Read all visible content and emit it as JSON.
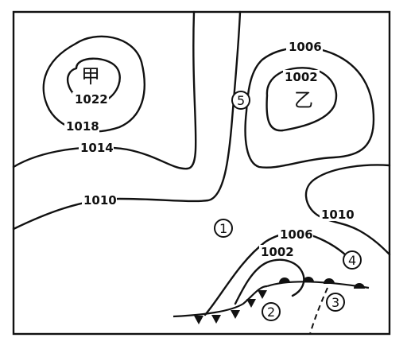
{
  "pressure_centers": {
    "high": {
      "name": "甲",
      "value": "1022"
    },
    "low": {
      "name": "乙",
      "value": "1002"
    }
  },
  "isobar_labels": {
    "l1018": "1018",
    "l1014": "1014",
    "l1010_left": "1010",
    "l1006_top": "1006",
    "l1010_right": "1010",
    "l1006_bottom": "1006",
    "l1002_bottom": "1002"
  },
  "points": [
    "①",
    "②",
    "③",
    "④",
    "⑤"
  ],
  "point_numbers": [
    "1",
    "2",
    "3",
    "4",
    "5"
  ]
}
